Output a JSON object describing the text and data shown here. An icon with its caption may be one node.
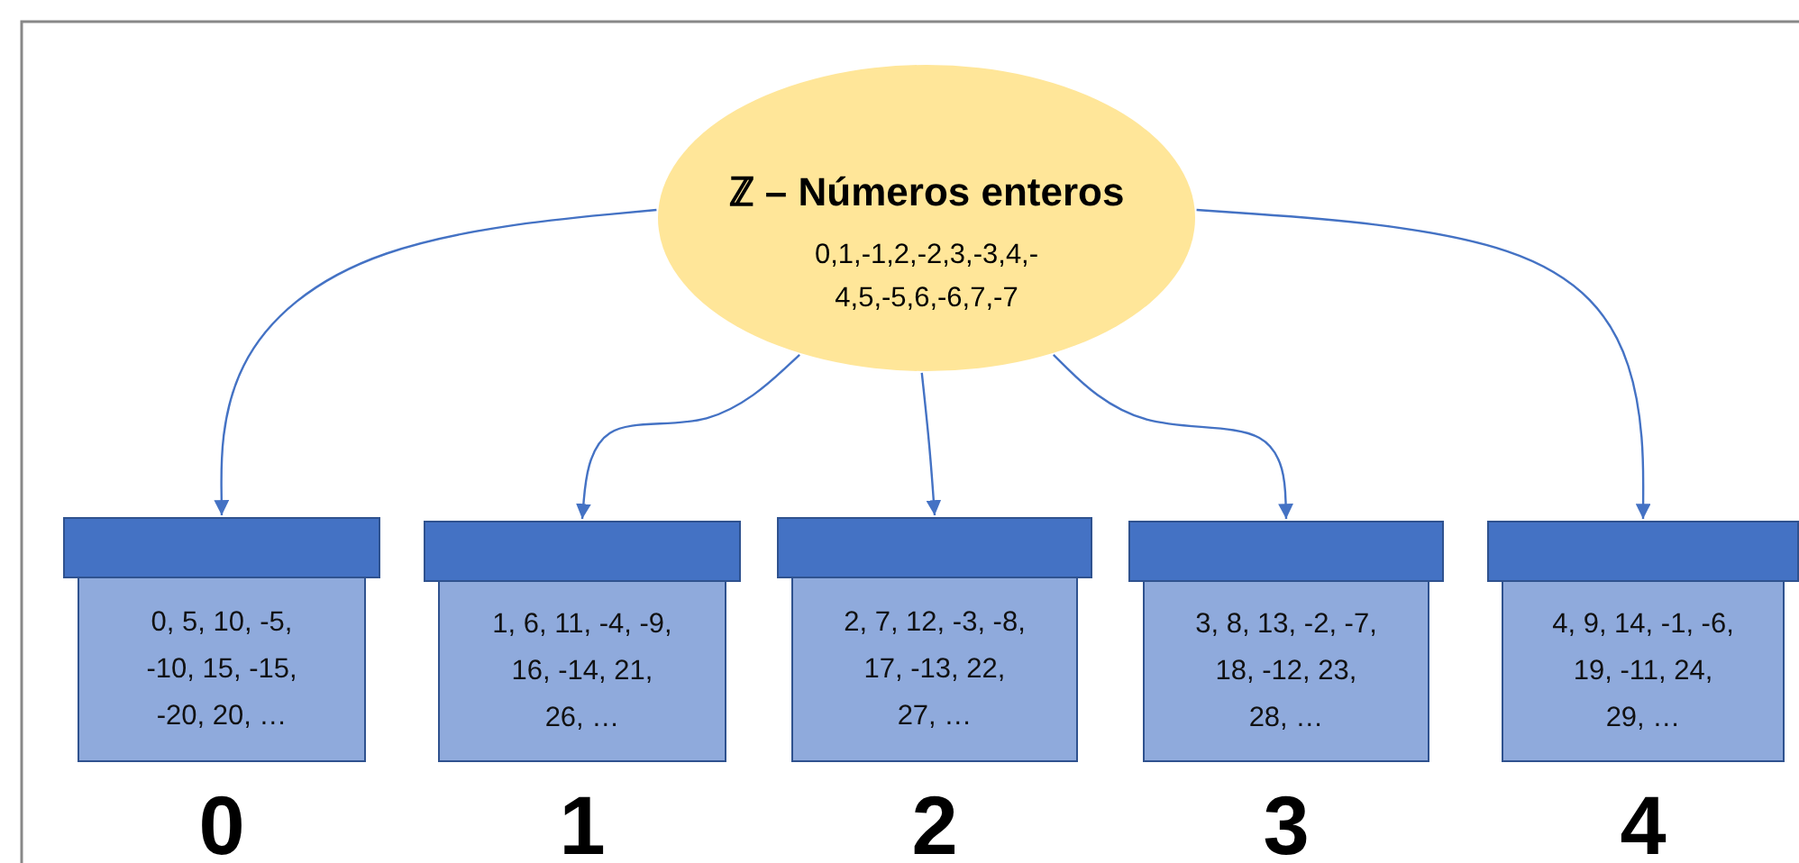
{
  "diagram": {
    "nodes": [
      {
        "text": [
          "ℤ – Números enteros",
          "0,1,-1,2,-2,3,-3,4,- 4,5,-5,6,-6,7,-7"
        ]
      },
      {
        "text": [],
        "shape": "bar"
      },
      {
        "text": [],
        "shape": "bar"
      },
      {
        "text": [],
        "shape": "bar"
      },
      {
        "text": [],
        "shape": "bar"
      },
      {
        "text": [],
        "shape": "bar"
      },
      {
        "text": [
          "0, 5, 10, -5, -10, 15, -15, -20, 20, …"
        ],
        "beside": [
          "0"
        ]
      },
      {
        "text": [
          "1, 6, 11, -4, -9, 16, -14, 21, 26, …"
        ],
        "beside": [
          "1"
        ]
      },
      {
        "text": [
          "2, 7, 12, -3, -8, 17, -13, 22, 27, …"
        ],
        "beside": [
          "2"
        ]
      },
      {
        "text": [
          "3, 8, 13, -2, -7, 18, -12, 23, 28, …"
        ],
        "beside": [
          "3"
        ]
      },
      {
        "text": [
          "4, 9, 14, -1, -6, 19, -11, 24, 29, …"
        ],
        "beside": [
          "4"
        ]
      }
    ],
    "edges": [
      {
        "from": 0,
        "to": 1,
        "arrow": "to"
      },
      {
        "from": 0,
        "to": 2,
        "arrow": "to"
      },
      {
        "from": 0,
        "to": 3,
        "arrow": "to"
      },
      {
        "from": 0,
        "to": 4,
        "arrow": "to"
      },
      {
        "from": 0,
        "to": 5,
        "arrow": "to"
      }
    ]
  }
}
